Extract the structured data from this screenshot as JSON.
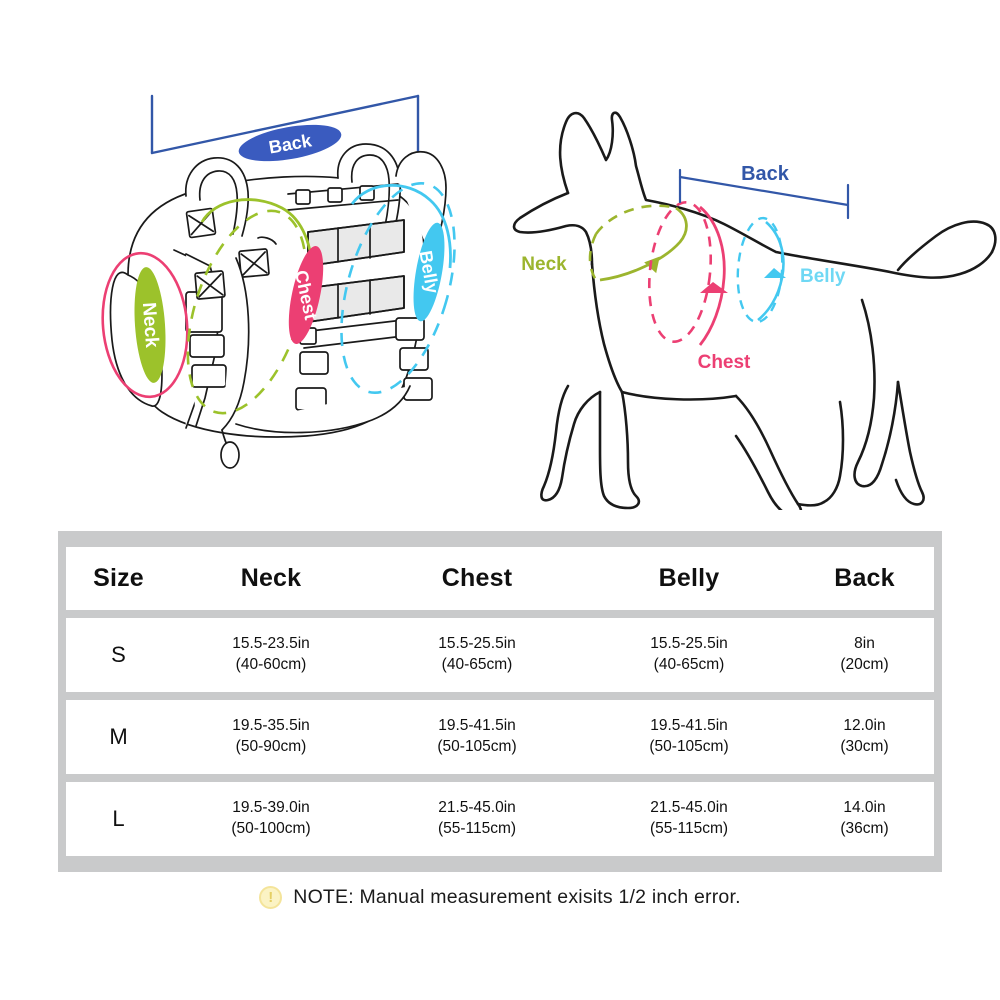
{
  "diagrams": {
    "harness": {
      "name": "tactical-dog-harness-illustration",
      "labels": {
        "back": "Back",
        "neck": "Neck",
        "chest": "Chest",
        "belly": "Belly"
      }
    },
    "dog": {
      "name": "dog-body-measurement-illustration",
      "labels": {
        "back": "Back",
        "neck": "Neck",
        "chest": "Chest",
        "belly": "Belly"
      }
    }
  },
  "colors": {
    "back_blue": "#3257a8",
    "back_oval_fill": "#3a5bbf",
    "neck_green": "#9cc22b",
    "neck_text_green": "#9bb52e",
    "chest_pink": "#ec3f73",
    "belly_cyan": "#43c8f0",
    "outline_black": "#1a1a1a",
    "table_grid_gray": "#c9cacb",
    "cell_white": "#ffffff",
    "text_black": "#101010",
    "note_icon_fill": "#fbf3c4",
    "note_icon_stroke": "#f4e49a",
    "note_icon_mark": "#e5cf64"
  },
  "table": {
    "headers": [
      "Size",
      "Neck",
      "Chest",
      "Belly",
      "Back"
    ],
    "rows": [
      {
        "size": "S",
        "neck_in": "15.5-23.5in",
        "neck_cm": "(40-60cm)",
        "chest_in": "15.5-25.5in",
        "chest_cm": "(40-65cm)",
        "belly_in": "15.5-25.5in",
        "belly_cm": "(40-65cm)",
        "back_in": "8in",
        "back_cm": "(20cm)"
      },
      {
        "size": "M",
        "neck_in": "19.5-35.5in",
        "neck_cm": "(50-90cm)",
        "chest_in": "19.5-41.5in",
        "chest_cm": "(50-105cm)",
        "belly_in": "19.5-41.5in",
        "belly_cm": "(50-105cm)",
        "back_in": "12.0in",
        "back_cm": "(30cm)"
      },
      {
        "size": "L",
        "neck_in": "19.5-39.0in",
        "neck_cm": "(50-100cm)",
        "chest_in": "21.5-45.0in",
        "chest_cm": "(55-115cm)",
        "belly_in": "21.5-45.0in",
        "belly_cm": "(55-115cm)",
        "back_in": "14.0in",
        "back_cm": "(36cm)"
      }
    ]
  },
  "note": {
    "icon": "exclamation-circle-icon",
    "icon_glyph": "!",
    "text": "NOTE: Manual measurement exisits 1/2  inch error."
  }
}
